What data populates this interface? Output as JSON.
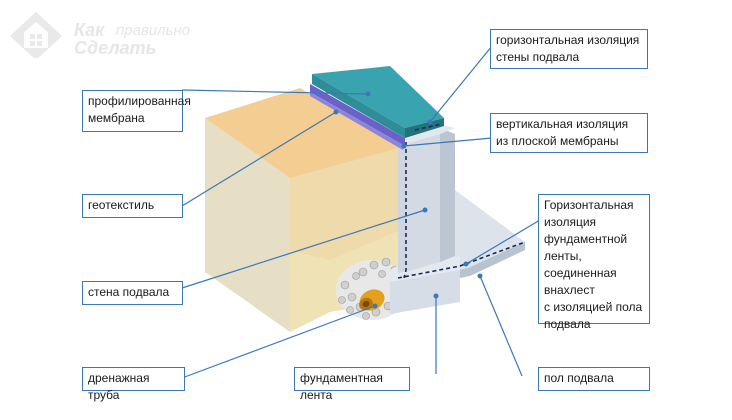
{
  "logo": {
    "line1_bold": "Как",
    "line1_rest": "правильно",
    "line2": "Сделать"
  },
  "labels": {
    "profiled_membrane": "профилированная\nмембрана",
    "geotextile": "геотекстиль",
    "basement_wall": "стена подвала",
    "drain_pipe": "дренажная труба",
    "foundation_strip": "фундаментная лента",
    "horizontal_wall_insulation": "горизонтальная изоляция\nстены подвала",
    "vertical_insulation": "вертикальная изоляция\nиз плоской мембраны",
    "horizontal_foundation_insulation": "Горизонтальная\nизоляция\nфундаментной\nленты, соединенная\nвнахлест\nс изоляцией пола\nподвала",
    "basement_floor": "пол подвала"
  },
  "colors": {
    "leader": "#3a78b8",
    "soil_left": "#e8e0c4",
    "soil_front": "#efe4b8",
    "soil_top": "#f2c98a",
    "concrete": "#d6dde6",
    "concrete_dark": "#b9c3cf",
    "cap": "#3aa3b0",
    "membrane": "#6a62c8",
    "pipe": "#e2a21c"
  }
}
